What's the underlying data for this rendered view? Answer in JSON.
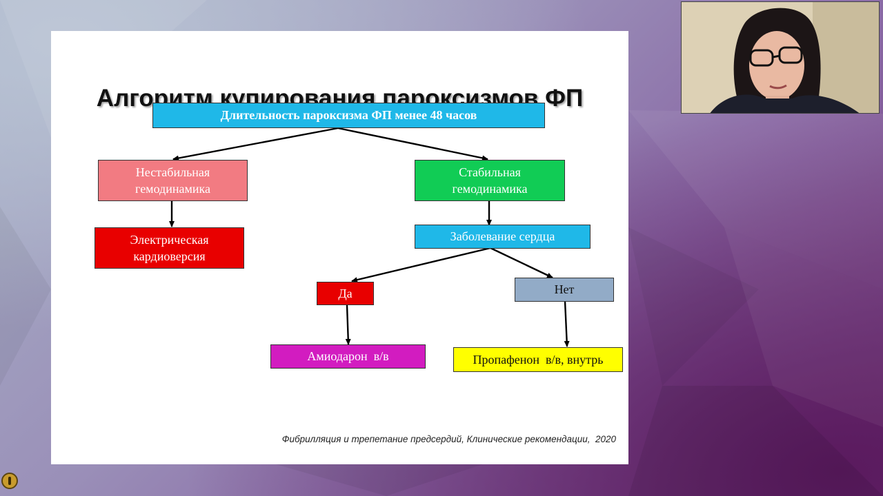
{
  "slide": {
    "title": "Алгоритм купирования пароксизмов ФП",
    "citation": "Фибрилляция и трепетание предсердий, Клинические рекомендации,  2020"
  },
  "flowchart": {
    "root": "Длительность пароксизма ФП менее 48 часов",
    "unstable": [
      "Нестабильная",
      "гемодинамика"
    ],
    "stable": [
      "Стабильная",
      "гемодинамика"
    ],
    "cardioversion": [
      "Электрическая",
      "кардиоверсия"
    ],
    "heart_disease": "Заболевание сердца",
    "yes": "Да",
    "no": "Нет",
    "amiodarone": "Амиодарон  в/в",
    "propafenone": "Пропафенон  в/в, внутрь"
  },
  "colors": {
    "cyan": "#1fb8e8",
    "pink": "#f27b82",
    "green": "#11cc55",
    "red": "#e80000",
    "blue_gray": "#92abc7",
    "magenta": "#d21cc0",
    "yellow": "#ffff00"
  },
  "icons": {
    "webcam": "presenter-video",
    "corner_logo": "channel-logo-icon"
  }
}
